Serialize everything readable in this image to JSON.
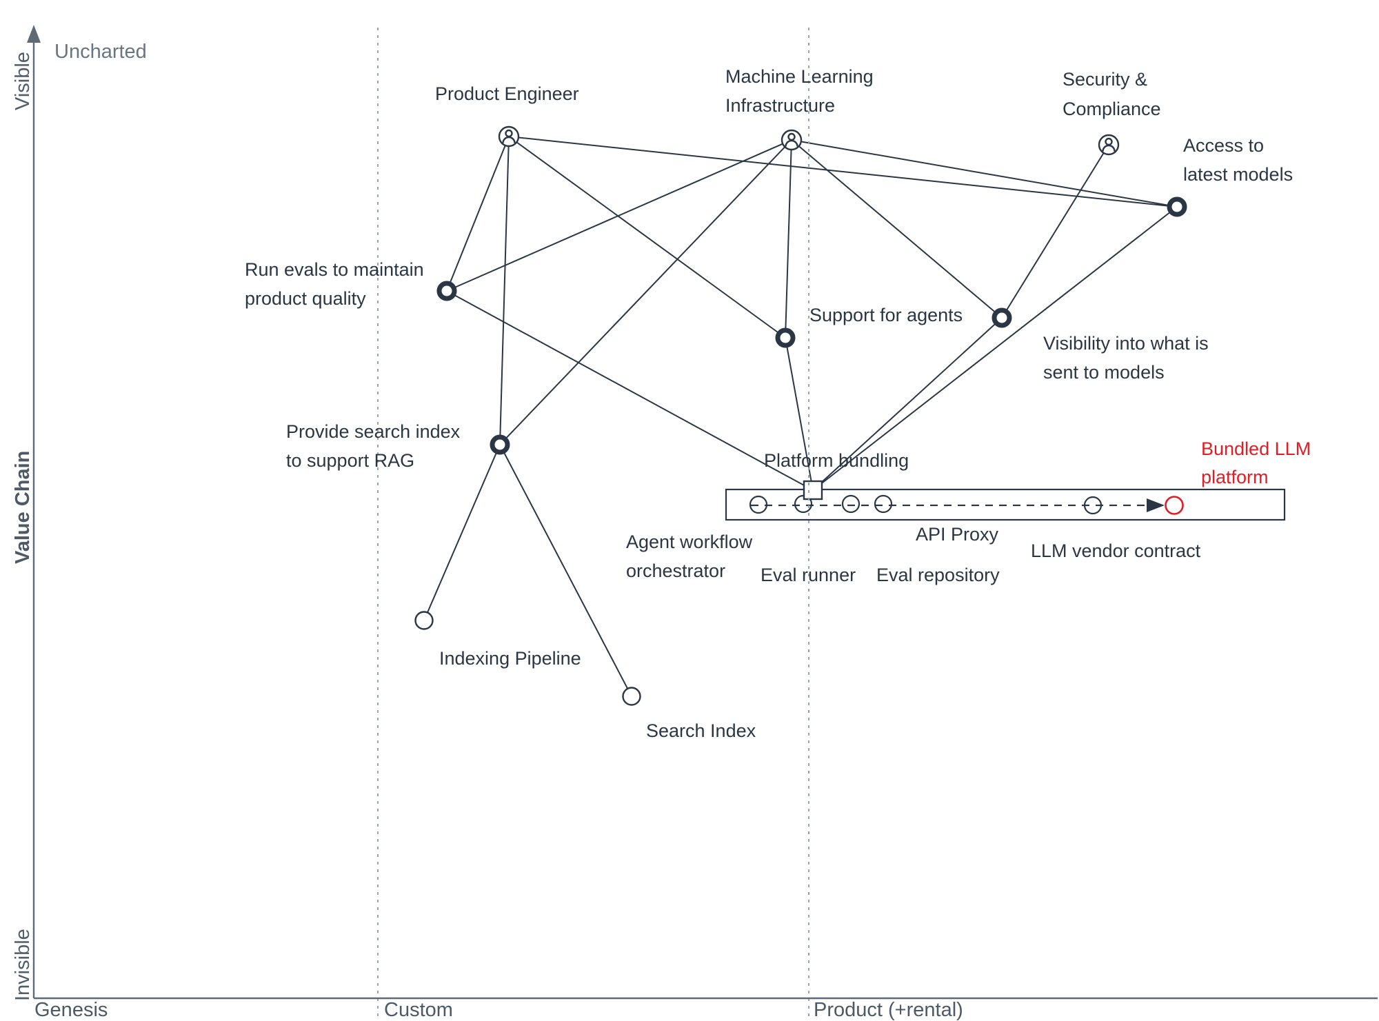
{
  "title": "Wardley map of an LLM platform value chain",
  "colors": {
    "ink": "#2b3645",
    "red_accent": "#e21d25",
    "grid": "#9aa4ae",
    "axis": "#5f6a77"
  },
  "axes": {
    "uncharted": "Uncharted",
    "visible": "Visible",
    "value_chain": "Value Chain",
    "invisible": "Invisible",
    "genesis": "Genesis",
    "custom": "Custom",
    "product_rental": "Product (+rental)"
  },
  "nodes": {
    "product_engineer": {
      "label": "Product Engineer",
      "type": "actor"
    },
    "ml_infrastructure": {
      "lines": [
        "Machine Learning",
        "Infrastructure"
      ],
      "type": "actor"
    },
    "security_compliance": {
      "lines": [
        "Security &",
        "Compliance"
      ],
      "type": "actor"
    },
    "access_models": {
      "lines": [
        "Access to",
        "latest models"
      ],
      "type": "need"
    },
    "run_evals": {
      "lines": [
        "Run evals to maintain",
        "product quality"
      ],
      "type": "need"
    },
    "support_agents": {
      "label": "Support for agents",
      "type": "need"
    },
    "visibility": {
      "lines": [
        "Visibility into what is",
        "sent to models"
      ],
      "type": "need"
    },
    "search_rag": {
      "lines": [
        "Provide search index",
        "to support RAG"
      ],
      "type": "need"
    },
    "platform_bundling": {
      "label": "Platform bundling",
      "type": "platform"
    },
    "agent_workflow_orchestrator": {
      "lines": [
        "Agent workflow",
        "orchestrator"
      ],
      "type": "component"
    },
    "eval_runner": {
      "label": "Eval runner",
      "type": "component"
    },
    "eval_repository": {
      "label": "Eval repository",
      "type": "component"
    },
    "api_proxy": {
      "label": "API Proxy",
      "type": "component"
    },
    "llm_vendor_contract": {
      "label": "LLM vendor contract",
      "type": "component"
    },
    "bundled_llm_platform": {
      "lines": [
        "Bundled LLM",
        "platform"
      ],
      "type": "evolved-component",
      "color": "#e21d25"
    },
    "indexing_pipeline": {
      "label": "Indexing Pipeline",
      "type": "component"
    },
    "search_index": {
      "label": "Search Index",
      "type": "component"
    }
  },
  "edges": [
    [
      "product_engineer",
      "run_evals"
    ],
    [
      "product_engineer",
      "search_rag"
    ],
    [
      "product_engineer",
      "support_agents"
    ],
    [
      "product_engineer",
      "access_models"
    ],
    [
      "ml_infrastructure",
      "run_evals"
    ],
    [
      "ml_infrastructure",
      "search_rag"
    ],
    [
      "ml_infrastructure",
      "support_agents"
    ],
    [
      "ml_infrastructure",
      "visibility"
    ],
    [
      "ml_infrastructure",
      "access_models"
    ],
    [
      "security_compliance",
      "visibility"
    ],
    [
      "run_evals",
      "platform_bundling"
    ],
    [
      "support_agents",
      "platform_bundling"
    ],
    [
      "visibility",
      "platform_bundling"
    ],
    [
      "access_models",
      "platform_bundling"
    ],
    [
      "search_rag",
      "indexing_pipeline"
    ],
    [
      "search_rag",
      "search_index"
    ]
  ],
  "evolution_arrow": {
    "from": "llm_vendor_contract",
    "to": "bundled_llm_platform"
  }
}
